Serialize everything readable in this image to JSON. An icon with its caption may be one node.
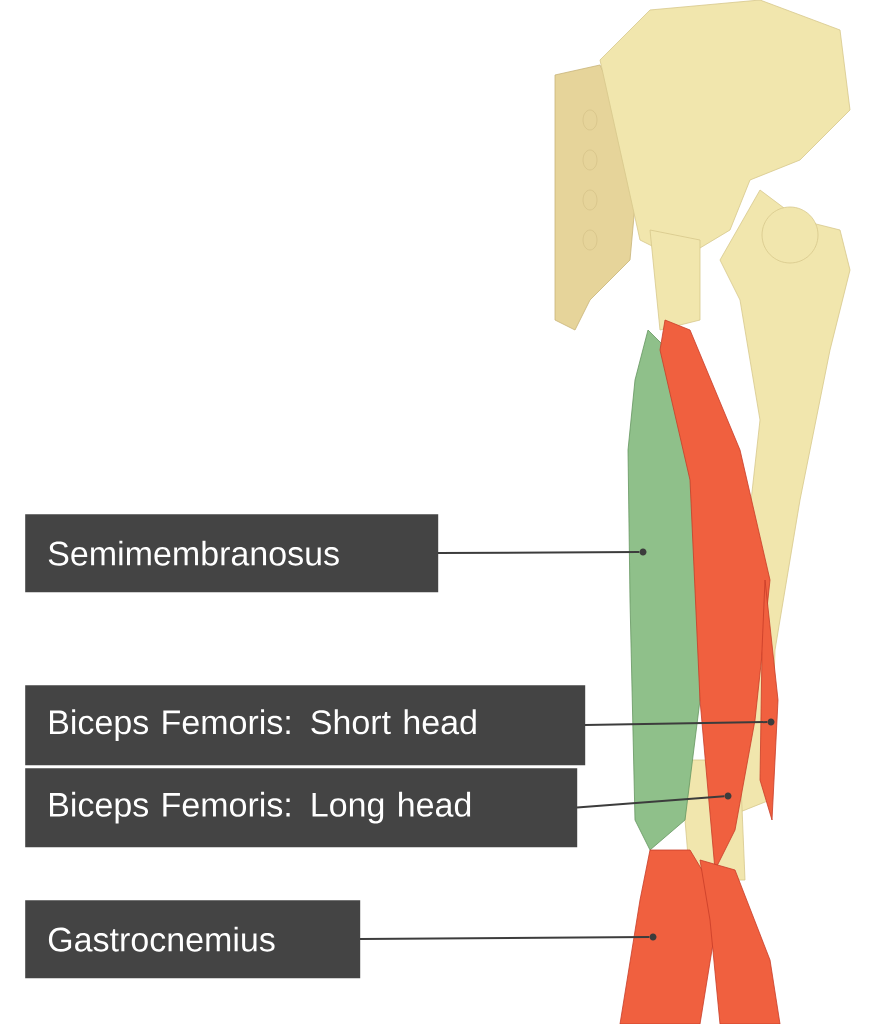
{
  "diagram": {
    "nodes": [
      {
        "text": [
          "Semimembranosus"
        ]
      },
      {
        "text": [
          "Biceps Femoris: Short head"
        ]
      },
      {
        "text": [
          "Biceps Femoris: Long head"
        ]
      },
      {
        "text": [
          "Gastrocnemius"
        ]
      },
      {
        "text": [],
        "shape": "circle"
      },
      {
        "text": [],
        "shape": "circle"
      },
      {
        "text": [],
        "shape": "circle"
      },
      {
        "text": [],
        "shape": "circle"
      }
    ],
    "edges": [
      {
        "from": 0,
        "to": 4,
        "arrow": "none"
      },
      {
        "from": 1,
        "to": 5,
        "arrow": "none"
      },
      {
        "from": 2,
        "to": 6,
        "arrow": "none"
      },
      {
        "from": 3,
        "to": 7,
        "arrow": "none"
      }
    ]
  }
}
